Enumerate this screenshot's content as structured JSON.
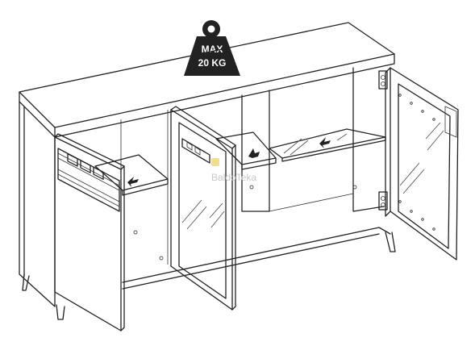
{
  "weight_badge": {
    "line1": "MAX",
    "line2": "20 KG",
    "icon": "weight-icon"
  },
  "watermark": {
    "text": "BaldoTeka",
    "icon": "baldoteka-logo-icon"
  },
  "colors": {
    "line": "#222222",
    "badge": "#222222",
    "watermark": "#c8c8c8",
    "watermark_accent": "#e8c84a"
  }
}
